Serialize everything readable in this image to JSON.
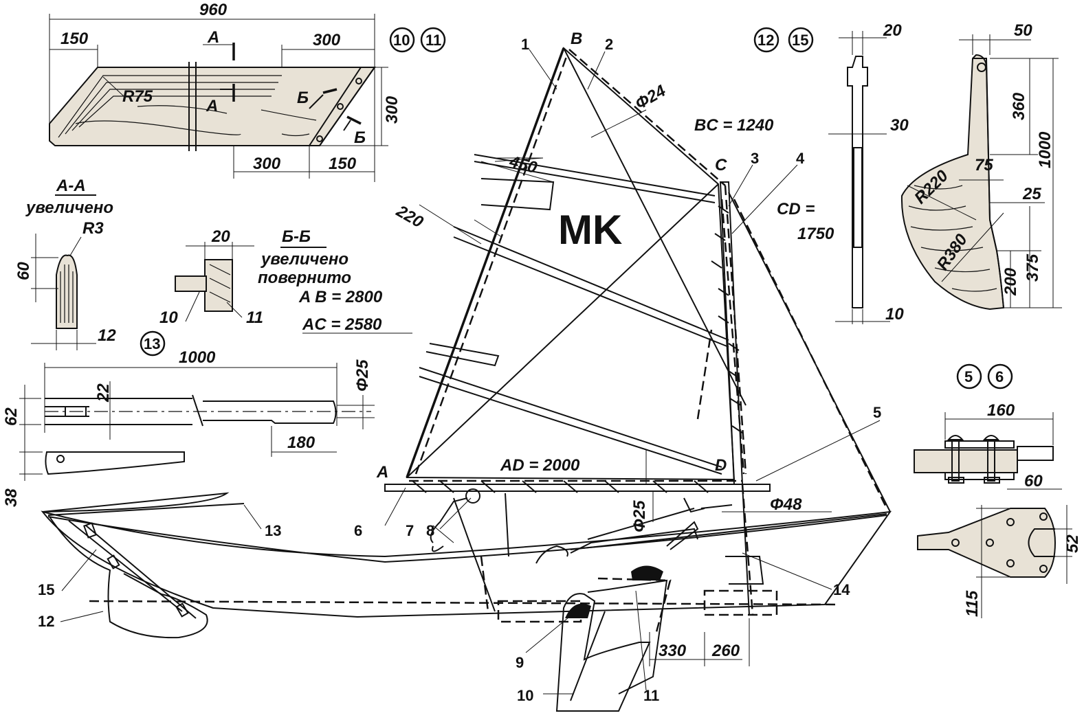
{
  "sail_mark": "MK",
  "points": {
    "a": "A",
    "b": "B",
    "c": "C",
    "d": "D"
  },
  "lengths": {
    "ab": "A B = 2800",
    "ac": "AC = 2580",
    "ad": "AD = 2000",
    "bc": "BC = 1240",
    "cd_line1": "CD =",
    "cd_line2": "1750"
  },
  "dims": {
    "spar_dia": "Φ24",
    "mast_dia": "Φ48",
    "boom_dia": "Φ25",
    "batten_450": "450",
    "batten_220": "220",
    "d330": "330",
    "d260": "260"
  },
  "circle_labels": [
    "10",
    "11",
    "12",
    "15",
    "13",
    "5",
    "6"
  ],
  "part_numbers": {
    "p1": "1",
    "p2": "2",
    "p3": "3",
    "p4": "4",
    "p5": "5",
    "p6": "6",
    "p7": "7",
    "p8": "8",
    "p9": "9",
    "p10": "10",
    "p11": "11",
    "p12": "12",
    "p13": "13",
    "p14": "14",
    "p15": "15"
  },
  "centerboard": {
    "w960": "960",
    "w150l": "150",
    "w300r": "300",
    "h300": "300",
    "b300": "300",
    "b150": "150",
    "r75": "R75",
    "secA": "A",
    "secA2": "A",
    "secB": "Б",
    "secB2": "Б"
  },
  "section_aa": {
    "title": "A-A",
    "subtitle": "увеличено",
    "r3": "R3",
    "h60": "60",
    "w12": "12"
  },
  "section_bb": {
    "title": "Б-Б",
    "line1": "увеличено",
    "line2": "повернито",
    "w20": "20",
    "p10": "10",
    "p11": "11"
  },
  "tiller": {
    "l1000": "1000",
    "d25": "Φ25",
    "h62": "62",
    "w22": "22",
    "l180": "180",
    "h38": "38"
  },
  "rudder_stock": {
    "w20": "20",
    "w30": "30",
    "w10": "10"
  },
  "rudder_blade": {
    "w50": "50",
    "h360": "360",
    "h1000": "1000",
    "w75": "75",
    "r220": "R220",
    "w25": "25",
    "r380": "R380",
    "h375": "375",
    "h200": "200"
  },
  "fitting": {
    "w160": "160",
    "w60": "60",
    "h52": "52",
    "h115": "115"
  }
}
